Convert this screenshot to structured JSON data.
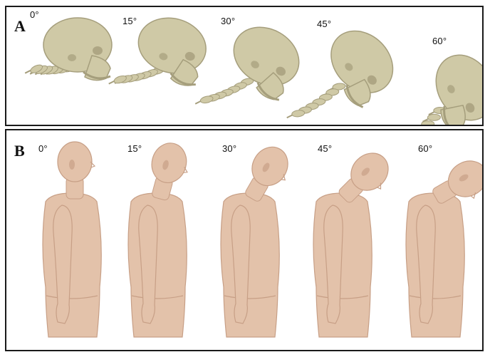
{
  "panel_a": {
    "letter": "A",
    "angles": [
      "0°",
      "15°",
      "30°",
      "45°",
      "60°"
    ]
  },
  "panel_b": {
    "letter": "B",
    "angles": [
      "0°",
      "15°",
      "30°",
      "45°",
      "60°"
    ]
  },
  "colors": {
    "bone": "#cfc9a6",
    "bone_shade": "#a59e7c",
    "skin": "#e3c2aa",
    "skin_shade": "#c79f86",
    "border": "#1a1a1a"
  },
  "flexion_degrees": [
    0,
    15,
    30,
    45,
    60
  ]
}
